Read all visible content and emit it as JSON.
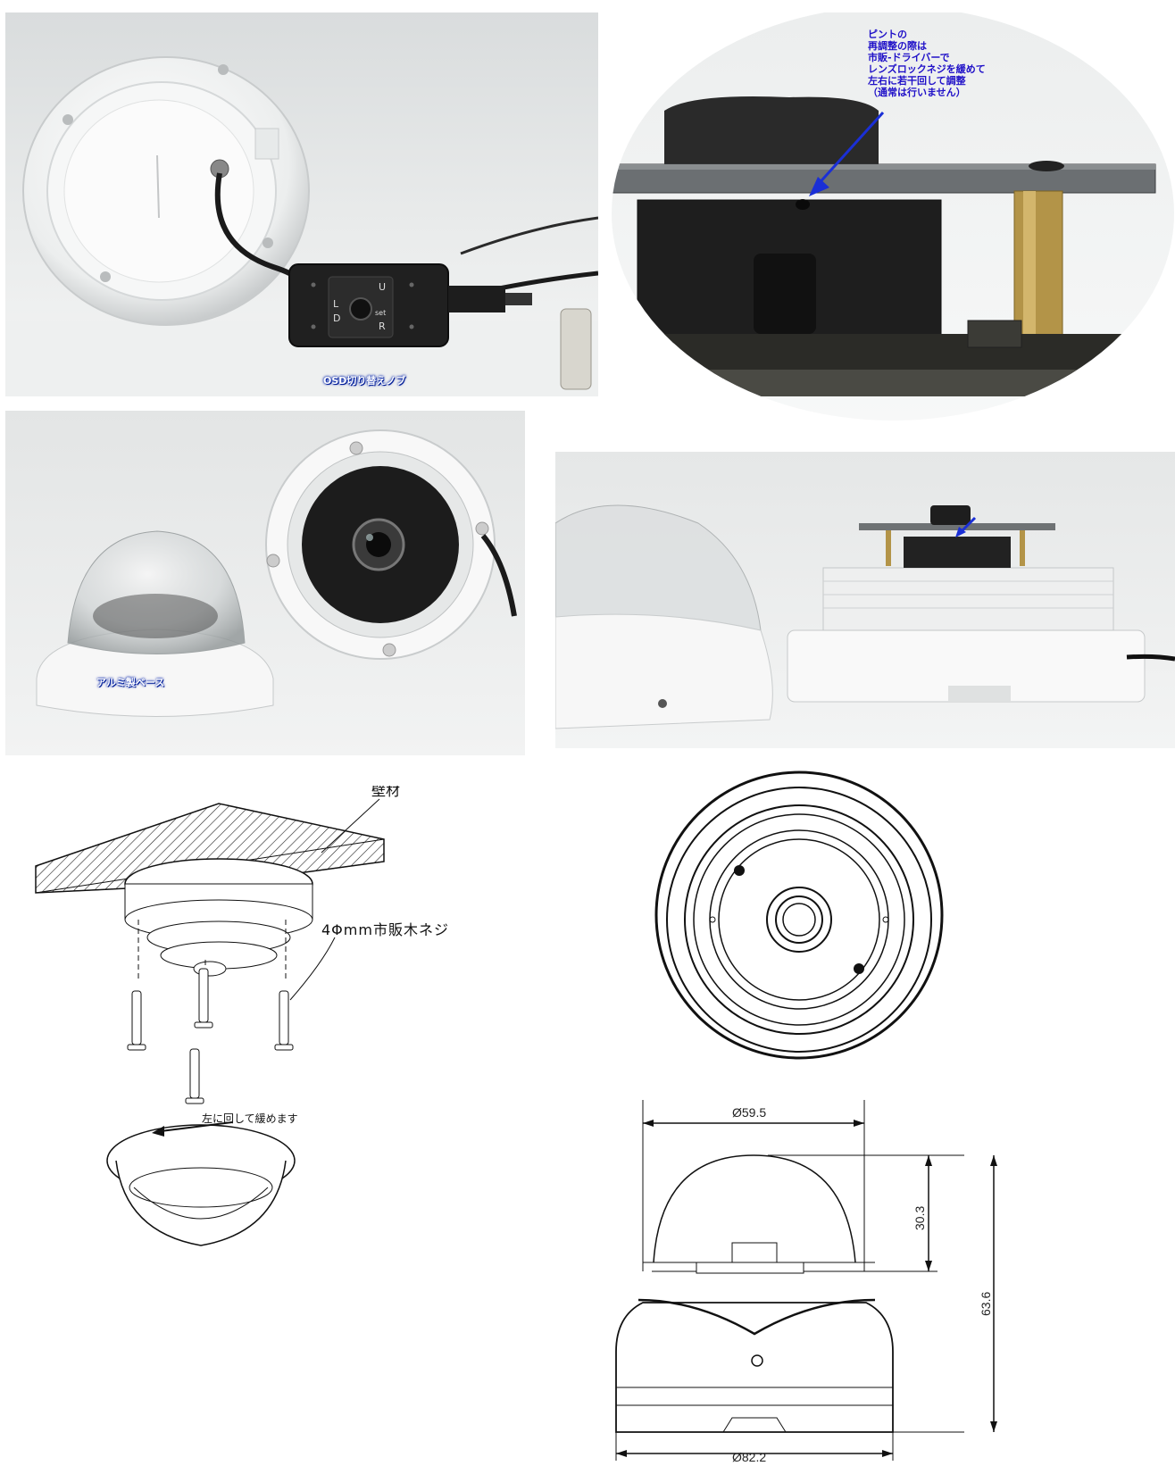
{
  "photos": {
    "osd_knob": {
      "label": "OSD切り替えノブ",
      "knob_letters": [
        "U",
        "L",
        "D",
        "R",
        "set"
      ]
    },
    "focus_adjust": {
      "note_lines": [
        "ピントの",
        "再調整の際は",
        "市販-ドライバーで",
        "レンズロックネジを緩めて",
        "左右に若干回して調整",
        "（通常は行いません）"
      ]
    },
    "aluminum_base": {
      "label": "アルミ製ベース"
    },
    "side_view": {}
  },
  "drawings": {
    "mounting": {
      "wall_label": "壁材",
      "screw_label": "4Φmm市販木ネジ",
      "rotate_label": "左に回して緩めます"
    },
    "dimensions": {
      "dome_diameter": "Ø59.5",
      "base_diameter": "Ø82.2",
      "dome_height": "30.3",
      "total_height": "63.6"
    }
  },
  "colors": {
    "note_blue": "#1f10c8",
    "label_shadow": "#0022aa",
    "arrow_blue": "#1a2fd6"
  }
}
